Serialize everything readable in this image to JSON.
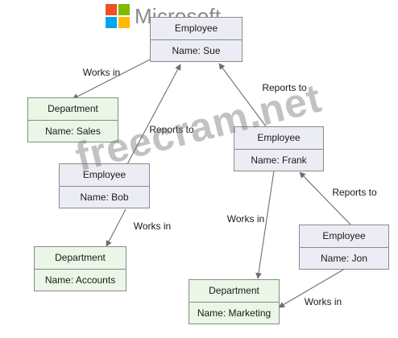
{
  "logo": {
    "text": "Microsoft",
    "tile_colors": [
      "#f25022",
      "#7fba00",
      "#00a4ef",
      "#ffb900"
    ]
  },
  "watermark": "freecram.net",
  "nodes": [
    {
      "id": "sue",
      "kind": "employee",
      "title": "Employee",
      "name": "Name: Sue"
    },
    {
      "id": "sales",
      "kind": "department",
      "title": "Department",
      "name": "Name: Sales"
    },
    {
      "id": "frank",
      "kind": "employee",
      "title": "Employee",
      "name": "Name: Frank"
    },
    {
      "id": "bob",
      "kind": "employee",
      "title": "Employee",
      "name": "Name: Bob"
    },
    {
      "id": "accounts",
      "kind": "department",
      "title": "Department",
      "name": "Name: Accounts"
    },
    {
      "id": "jon",
      "kind": "employee",
      "title": "Employee",
      "name": "Name: Jon"
    },
    {
      "id": "marketing",
      "kind": "department",
      "title": "Department",
      "name": "Name: Marketing"
    }
  ],
  "edges": [
    {
      "from": "sue",
      "to": "sales",
      "label": "Works in"
    },
    {
      "from": "bob",
      "to": "sue",
      "label": "Reports to"
    },
    {
      "from": "frank",
      "to": "sue",
      "label": "Reports to"
    },
    {
      "from": "bob",
      "to": "accounts",
      "label": "Works in"
    },
    {
      "from": "frank",
      "to": "marketing",
      "label": "Works in"
    },
    {
      "from": "jon",
      "to": "frank",
      "label": "Reports to"
    },
    {
      "from": "jon",
      "to": "marketing",
      "label": "Works in"
    }
  ],
  "colors": {
    "employee_fill": "#ecedf4",
    "department_fill": "#eaf6e6",
    "border": "#8a8a8a",
    "edge": "#6e6e6e"
  }
}
